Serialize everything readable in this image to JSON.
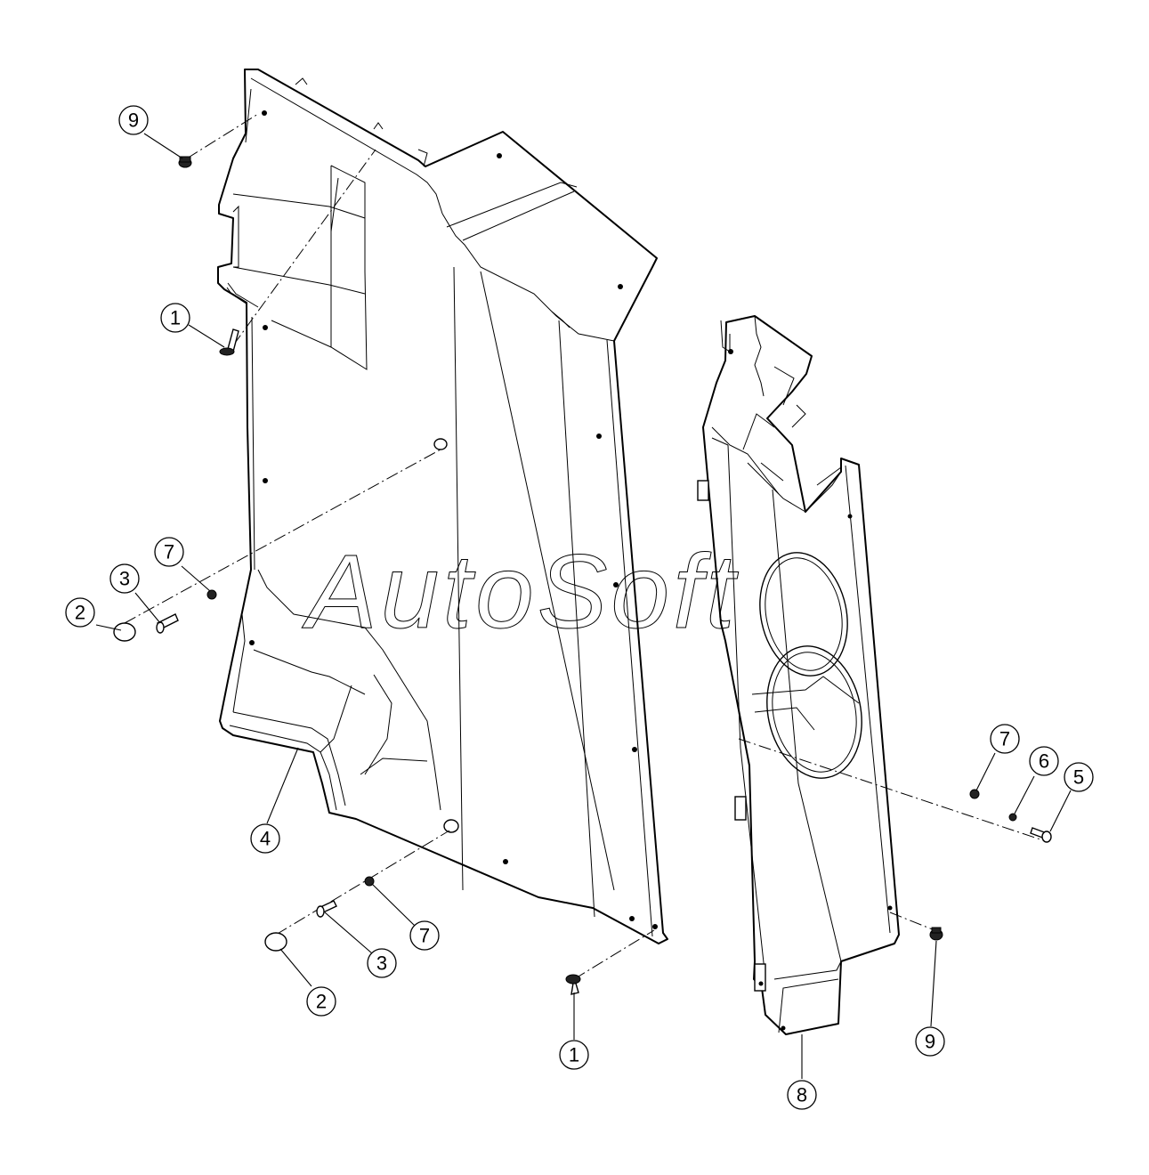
{
  "watermark": "AutoSoft",
  "callouts": [
    {
      "id": "c9a",
      "label": "9"
    },
    {
      "id": "c1a",
      "label": "1"
    },
    {
      "id": "c7a",
      "label": "7"
    },
    {
      "id": "c3a",
      "label": "3"
    },
    {
      "id": "c2a",
      "label": "2"
    },
    {
      "id": "c4",
      "label": "4"
    },
    {
      "id": "c7b",
      "label": "7"
    },
    {
      "id": "c3b",
      "label": "3"
    },
    {
      "id": "c2b",
      "label": "2"
    },
    {
      "id": "c1b",
      "label": "1"
    },
    {
      "id": "c7c",
      "label": "7"
    },
    {
      "id": "c6",
      "label": "6"
    },
    {
      "id": "c5",
      "label": "5"
    },
    {
      "id": "c9b",
      "label": "9"
    },
    {
      "id": "c8",
      "label": "8"
    }
  ]
}
